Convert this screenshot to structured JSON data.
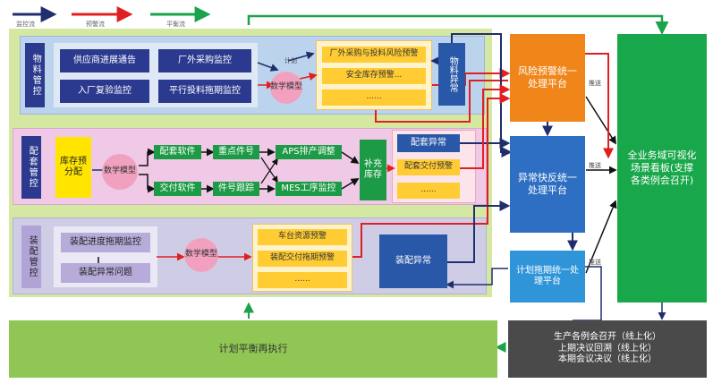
{
  "legend": {
    "items": [
      {
        "label": "监控流",
        "color": "#1f2f6e"
      },
      {
        "label": "预警流",
        "color": "#e02020"
      },
      {
        "label": "平衡流",
        "color": "#1aa34a"
      }
    ]
  },
  "sections": {
    "material": {
      "title": "物料管控",
      "items": [
        "供应商进展通告",
        "厂外采购监控",
        "入厂复验监控",
        "平行投料拖期监控"
      ],
      "model": "数学模型",
      "alerts": [
        "厂外采购与投料风险预警",
        "安全库存预警...",
        "......"
      ],
      "anomaly": "物料异常",
      "small_label": "计划"
    },
    "kitting": {
      "title": "配套管控",
      "inventory": "库存预分配",
      "model": "数学模型",
      "items": [
        "配套软件",
        "重点件号",
        "APS排产调整",
        "交付软件",
        "件号跟踪",
        "MES工序监控"
      ],
      "replenish": "补充库存",
      "alerts": [
        "配套异常",
        "配套交付预警",
        "......"
      ]
    },
    "assembly": {
      "title": "装配管控",
      "items": [
        "装配进度拖期监控",
        "装配异常问题"
      ],
      "model": "数学模型",
      "alerts": [
        "车台资源预警",
        "装配交付拖期预警",
        "......"
      ],
      "anomaly": "装配异常"
    }
  },
  "platforms": {
    "risk": "风险预警统一处理平台",
    "anomaly": "异常快反统一处理平台",
    "delay": "计划拖期统一处理平台",
    "push_label": "推送"
  },
  "dashboard": "全业务域可视化场景看板(支撑各类例会召开)",
  "plan_execution": "计划平衡再执行",
  "meetings": [
    "生产各例会召开（线上化）",
    "上期决议回溯（线上化）",
    "本期会议决议（线上化）"
  ]
}
